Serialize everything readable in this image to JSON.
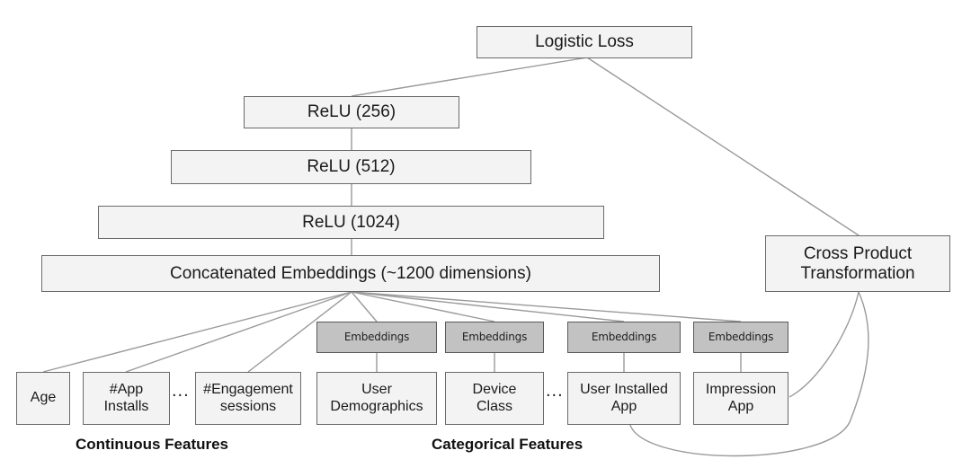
{
  "nodes": {
    "loss": "Logistic Loss",
    "relu256": "ReLU (256)",
    "relu512": "ReLU (512)",
    "relu1024": "ReLU (1024)",
    "concat": "Concatenated Embeddings (~1200 dimensions)",
    "cross_product": "Cross Product\nTransformation"
  },
  "embeddings": {
    "label": "Embeddings"
  },
  "features": {
    "age": "Age",
    "app_installs": "#App\nInstalls",
    "engagement": "#Engagement\nsessions",
    "user_demographics": "User\nDemographics",
    "device_class": "Device\nClass",
    "user_installed_app": "User Installed\nApp",
    "impression_app": "Impression\nApp"
  },
  "ellipsis": "...",
  "groups": {
    "continuous": "Continuous Features",
    "categorical": "Categorical Features"
  },
  "colors": {
    "box_fill": "#f3f3f3",
    "embedding_fill": "#c2c2c2",
    "border": "#6a6a6a",
    "edge": "#9a9a9a"
  }
}
